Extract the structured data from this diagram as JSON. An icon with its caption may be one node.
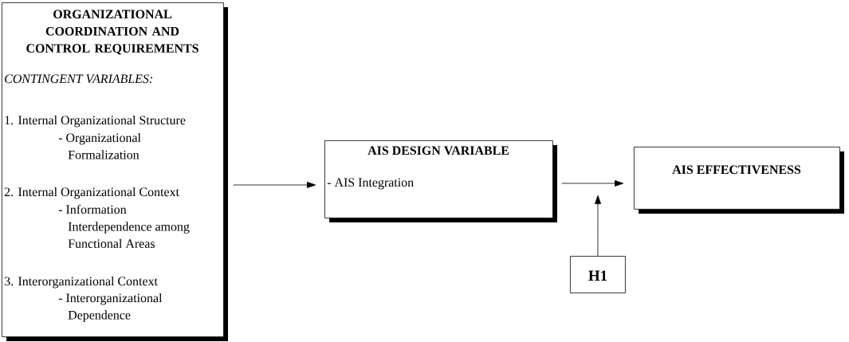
{
  "diagram": {
    "nodes": [
      {
        "text": [
          "ORGANIZATIONAL COORDINATION AND CONTROL REQUIREMENTS",
          "CONTINGENT VARIABLES:",
          "1. Internal Organizational Structure",
          "- Organizational Formalization",
          "2. Internal Organizational Context",
          "- Information Interdependence among Functional Areas",
          "3. Interorganizational Context",
          "- Interorganizational Dependence"
        ]
      },
      {
        "text": [
          "AIS DESIGN VARIABLE",
          "- AIS Integration"
        ]
      },
      {
        "text": [
          "AIS EFFECTIVENESS"
        ]
      },
      {
        "text": [
          "H1"
        ]
      }
    ],
    "edges": [
      {
        "from": 0,
        "to": 1,
        "arrow": "to"
      },
      {
        "from": 1,
        "to": 2,
        "arrow": "to"
      },
      {
        "from": 3,
        "to": null,
        "arrow": "to"
      }
    ]
  }
}
